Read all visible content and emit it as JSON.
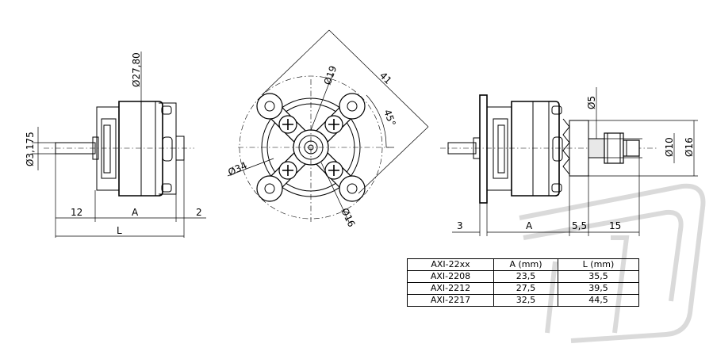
{
  "dimensions": {
    "front_diameter": "Ø27,80",
    "shaft_diameter": "Ø3,175",
    "shaft_length": "12",
    "body_length_a": "A",
    "rear_gap": "2",
    "total_length": "L",
    "mount_bore": "Ø19",
    "mount_span": "41",
    "mount_angle": "45°",
    "bolt_circle": "Ø34",
    "hub_diameter": "Ø16",
    "prop_adapter_bore": "Ø5",
    "adapter_diameter_10": "Ø10",
    "adapter_diameter_16": "Ø16",
    "flange_thickness": "3",
    "side_body_a": "A",
    "adapter_offset": "5,5",
    "adapter_length": "15"
  },
  "table": {
    "headers": [
      "AXI-22xx",
      "A (mm)",
      "L (mm)"
    ],
    "rows": [
      [
        "AXI-2208",
        "23,5",
        "35,5"
      ],
      [
        "AXI-2212",
        "27,5",
        "39,5"
      ],
      [
        "AXI-2217",
        "32,5",
        "44,5"
      ]
    ]
  }
}
